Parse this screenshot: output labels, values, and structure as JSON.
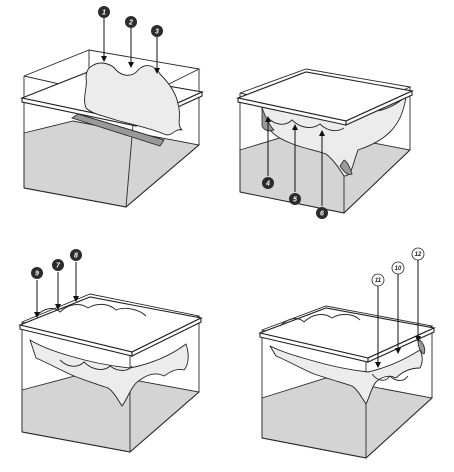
{
  "callouts": {
    "panel1": [
      "1",
      "2",
      "3"
    ],
    "panel2": [
      "4",
      "5",
      "6"
    ],
    "panel3": [
      "9",
      "7",
      "8"
    ],
    "panel4": [
      "11",
      "10",
      "12"
    ]
  }
}
